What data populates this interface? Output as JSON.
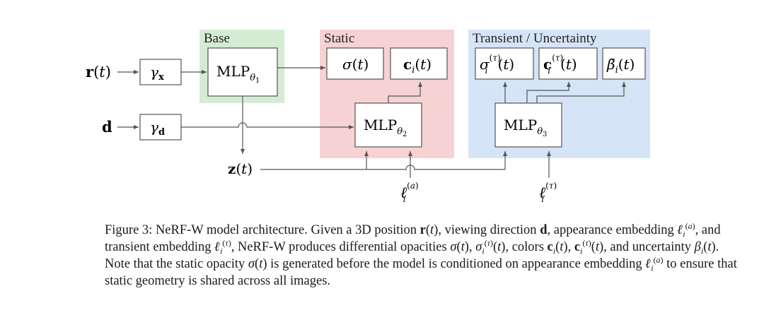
{
  "panels": {
    "base": "Base",
    "static": "Static",
    "transient": "Transient / Uncertainty"
  },
  "colors": {
    "base_panel": "#d4ecd4",
    "static_panel": "#f6d2d2",
    "transient_panel": "#d6e4f7",
    "stroke": "#555555"
  },
  "caption": {
    "l1_a": "Figure 3: NeRF-W model architecture. Given a 3D position ",
    "l1_b": ", viewing direction ",
    "l1_c": ", appearance embedding ",
    "l1_d": ", and",
    "l2_a": "transient embedding ",
    "l2_b": ", NeRF-W produces differential opacities ",
    "l2_c": ", colors ",
    "l2_d": ", and uncertainty ",
    "l2_e": ".",
    "l3_a": "Note that the static opacity ",
    "l3_b": " is generated before the model is conditioned on appearance embedding ",
    "l3_c": " to ensure that",
    "l4": "static geometry is shared across all images."
  }
}
